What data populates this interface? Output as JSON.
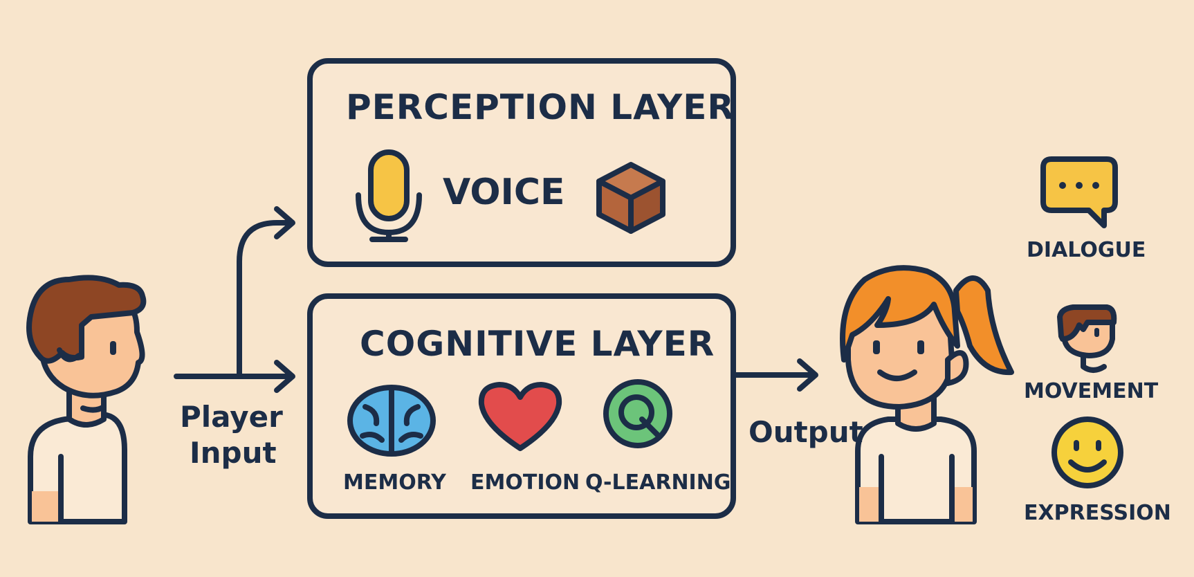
{
  "colors": {
    "background": "#F8E5CC",
    "outline": "#1C2D47",
    "box_fill": "#FAEAD5",
    "skin": "#F9C397",
    "shirt": "#FAEAD5",
    "player_hair": "#8E4624",
    "npc_hair": "#F28F2A",
    "mic": "#F6C445",
    "cube": "#B4653C",
    "brain": "#5BB4E5",
    "heart": "#E24C4C",
    "q_icon": "#6CC47A",
    "dialogue": "#F6C445",
    "smiley": "#F6D13C"
  },
  "icons": {
    "player": "player-avatar-icon",
    "npc": "npc-avatar-icon",
    "mic": "microphone-icon",
    "cube": "cube-icon",
    "brain": "brain-icon",
    "heart": "heart-icon",
    "q": "q-learning-icon",
    "dialogue": "speech-bubble-icon",
    "movement": "walking-figure-icon",
    "expression": "smiley-face-icon"
  },
  "perception_layer": {
    "title": "PERCEPTION LAYER",
    "voice_label": "VOICE"
  },
  "cognitive_layer": {
    "title": "COGNITIVE LAYER",
    "modules": [
      "MEMORY",
      "EMOTION",
      "Q-LEARNING"
    ]
  },
  "flow": {
    "input_line1": "Player",
    "input_line2": "Input",
    "output_label": "Output"
  },
  "outputs": [
    "DIALOGUE",
    "MOVEMENT",
    "EXPRESSION"
  ]
}
